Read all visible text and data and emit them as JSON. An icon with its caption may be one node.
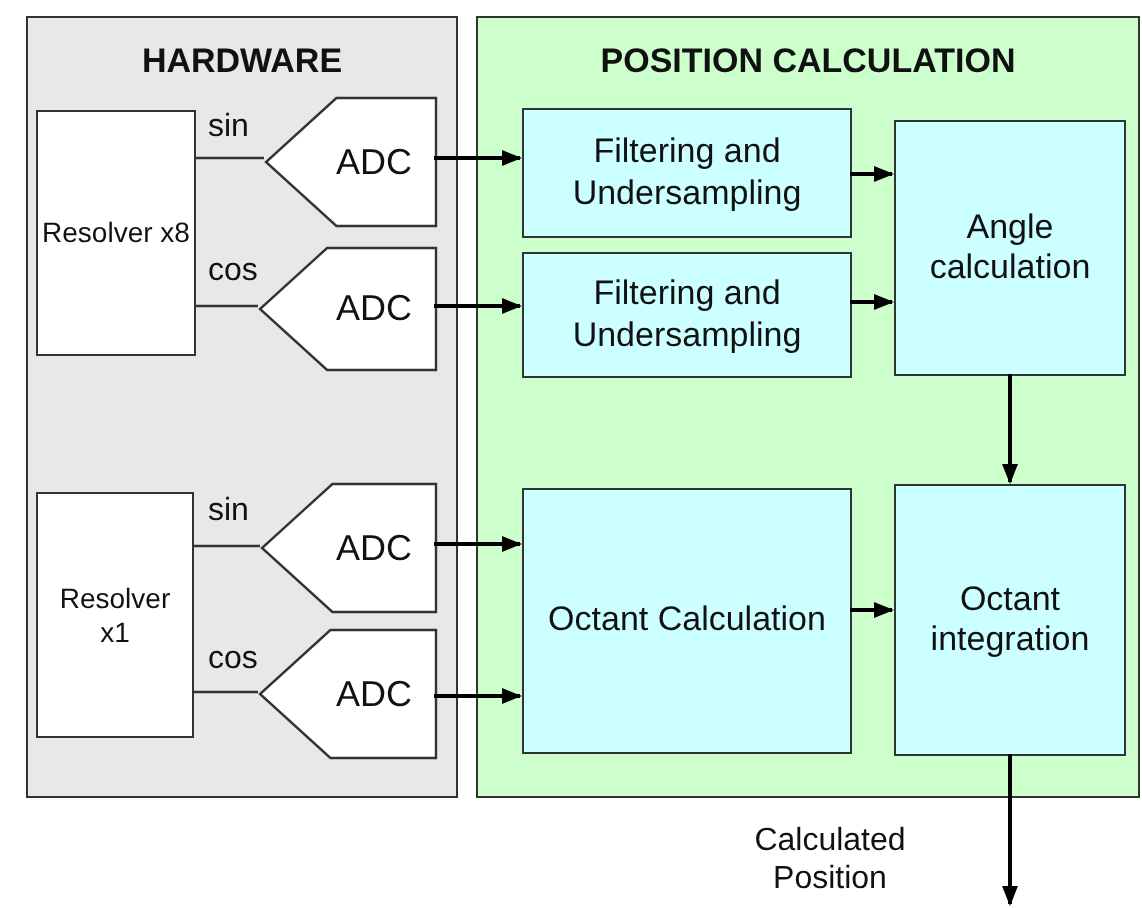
{
  "diagram": {
    "nodes": [
      {
        "text": [
          "HARDWARE"
        ]
      },
      {
        "text": [
          "Resolver x8"
        ],
        "in": 0
      },
      {
        "text": [
          "ADC"
        ],
        "in": 0
      },
      {
        "text": [
          "ADC"
        ],
        "in": 0
      },
      {
        "text": [
          "Resolver x1"
        ],
        "in": 0
      },
      {
        "text": [
          "ADC"
        ],
        "in": 0
      },
      {
        "text": [
          "ADC"
        ],
        "in": 0
      },
      {
        "text": [
          "POSITION CALCULATION"
        ]
      },
      {
        "text": [
          "Filtering and Undersampling"
        ],
        "in": 7
      },
      {
        "text": [
          "Filtering and Undersampling"
        ],
        "in": 7
      },
      {
        "text": [
          "Angle calculation"
        ],
        "in": 7
      },
      {
        "text": [
          "Octant Calculation"
        ],
        "in": 7
      },
      {
        "text": [
          "Octant integration"
        ],
        "in": 7
      }
    ],
    "edges": [
      {
        "from": 1,
        "to": 2,
        "arrow": "none",
        "label": "sin"
      },
      {
        "from": 1,
        "to": 3,
        "arrow": "none",
        "label": "cos"
      },
      {
        "from": 4,
        "to": 5,
        "arrow": "none",
        "label": "sin"
      },
      {
        "from": 4,
        "to": 6,
        "arrow": "none",
        "label": "cos"
      },
      {
        "from": 2,
        "to": 8,
        "arrow": "to"
      },
      {
        "from": 3,
        "to": 9,
        "arrow": "to"
      },
      {
        "from": 5,
        "to": 11,
        "arrow": "to"
      },
      {
        "from": 6,
        "to": 11,
        "arrow": "to"
      },
      {
        "from": 8,
        "to": 10,
        "arrow": "to"
      },
      {
        "from": 9,
        "to": 10,
        "arrow": "to"
      },
      {
        "from": 10,
        "to": 12,
        "arrow": "to"
      },
      {
        "from": 11,
        "to": 12,
        "arrow": "to"
      },
      {
        "from": 12,
        "to": null,
        "arrow": "to",
        "label": "Calculated Position"
      }
    ]
  }
}
